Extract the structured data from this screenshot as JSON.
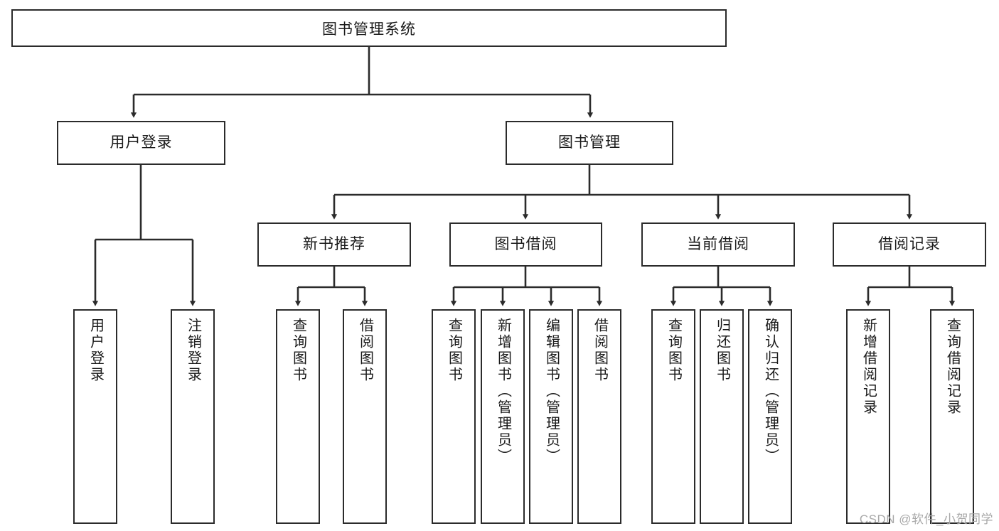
{
  "diagram": {
    "type": "hierarchy-tree",
    "title": "图书管理系统",
    "orientation": "top-down",
    "colors": {
      "node_border": "#2b2b2b",
      "node_fill": "#ffffff",
      "edge": "#2b2b2b",
      "text": "#1a1a1a",
      "watermark": "#a8a8a8",
      "background": "#ffffff"
    }
  },
  "root": {
    "label": "图书管理系统"
  },
  "level2": [
    {
      "id": "user-login",
      "label": "用户登录"
    },
    {
      "id": "book-management",
      "label": "图书管理"
    }
  ],
  "level3": [
    {
      "id": "new-book-recommend",
      "label": "新书推荐"
    },
    {
      "id": "book-borrow",
      "label": "图书借阅"
    },
    {
      "id": "current-borrow",
      "label": "当前借阅"
    },
    {
      "id": "borrow-record",
      "label": "借阅记录"
    }
  ],
  "leaves": {
    "user_login": [
      {
        "id": "leaf-user-login",
        "label": "用户登录"
      },
      {
        "id": "leaf-logout-login",
        "label": "注销登录"
      }
    ],
    "new_book_recommend": [
      {
        "id": "leaf-query-book-1",
        "label": "查询图书"
      },
      {
        "id": "leaf-borrow-book-1",
        "label": "借阅图书"
      }
    ],
    "book_borrow": [
      {
        "id": "leaf-query-book-2",
        "label": "查询图书"
      },
      {
        "id": "leaf-add-book",
        "label": "新增图书（管理员）"
      },
      {
        "id": "leaf-edit-book",
        "label": "编辑图书（管理员）"
      },
      {
        "id": "leaf-borrow-book-2",
        "label": "借阅图书"
      }
    ],
    "current_borrow": [
      {
        "id": "leaf-query-book-3",
        "label": "查询图书"
      },
      {
        "id": "leaf-return-book",
        "label": "归还图书"
      },
      {
        "id": "leaf-confirm-return",
        "label": "确认归还（管理员）"
      }
    ],
    "borrow_record": [
      {
        "id": "leaf-add-borrow-record",
        "label": "新增借阅记录"
      },
      {
        "id": "leaf-query-borrow-record",
        "label": "查询借阅记录"
      }
    ]
  },
  "watermark": {
    "text": "CSDN @软件_小贺同学"
  }
}
